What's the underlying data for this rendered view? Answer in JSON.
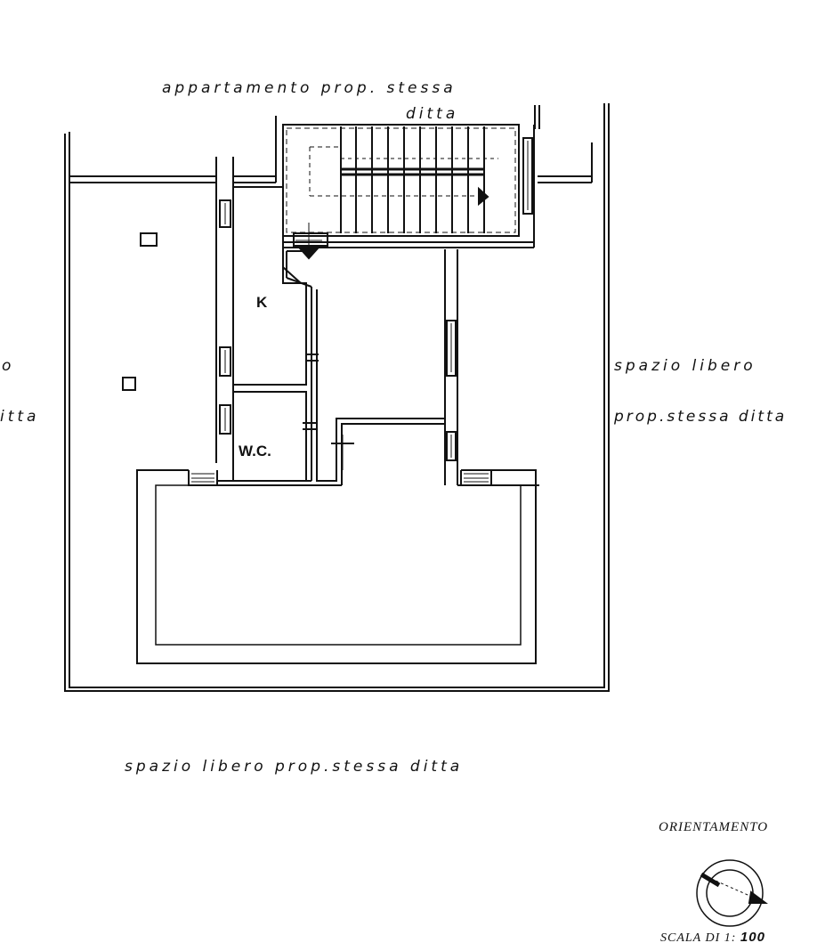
{
  "labels": {
    "top_line1": "appartamento  prop.  stessa",
    "top_line2": "ditta",
    "left_line1": "o",
    "left_line2": "itta",
    "right_line1": "spazio  libero",
    "right_line2": "prop.stessa  ditta",
    "bottom": "spazio   libero  prop.stessa   ditta"
  },
  "rooms": {
    "kitchen": "K",
    "wc": "W.C."
  },
  "orientation": {
    "title": "ORIENTAMENTO",
    "icon": "compass-icon"
  },
  "scale": {
    "prefix": "SCALA DI 1:",
    "value": "100"
  }
}
